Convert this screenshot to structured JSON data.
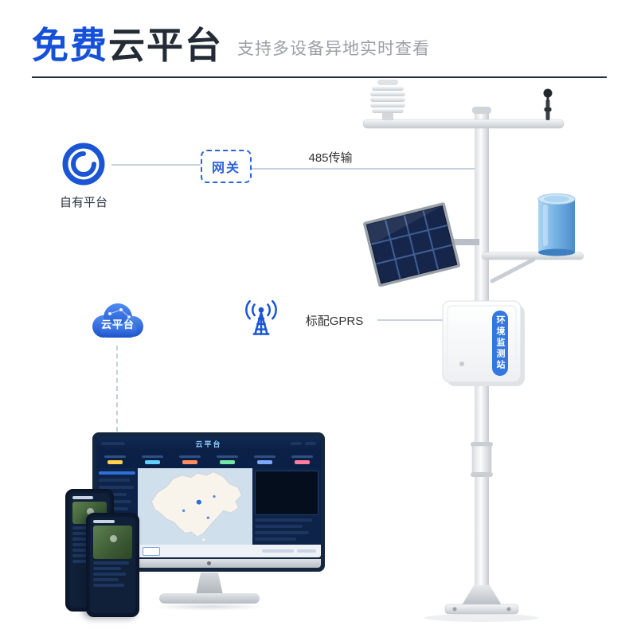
{
  "header": {
    "highlight": "免费",
    "title": "云平台",
    "subtitle": "支持多设备异地实时查看"
  },
  "flow": {
    "own_platform_label": "自有平台",
    "gateway_label": "网关",
    "rs485_label": "485传输",
    "cloud_label": "云平台",
    "gprs_label": "标配GPRS"
  },
  "station": {
    "box_label": "环境监测站"
  },
  "monitor": {
    "dashboard_title": "云平台"
  },
  "colors": {
    "accent_blue": "#1550d8",
    "diagram_blue": "#2a62d9",
    "dark_navy": "#22303f",
    "subtitle_gray": "#9aa0a6",
    "connector_gray": "#c6d2e0",
    "dashboard_bg": "#0a1c3a",
    "solar_panel_navy": "#16264a",
    "rain_gauge_blue": "#7db7e8",
    "station_label_blue": "#3577e0"
  }
}
